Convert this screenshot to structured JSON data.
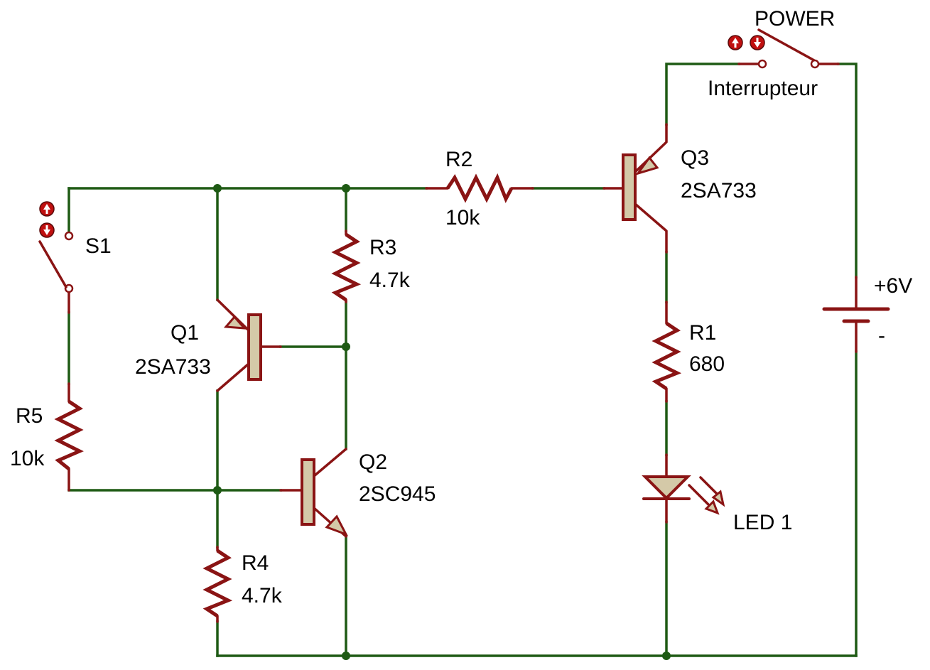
{
  "title": "",
  "colors": {
    "wire": "#1e5a14",
    "component": "#8a1414",
    "body": "#d4c9a8",
    "junction": "#1e5a14"
  },
  "components": {
    "power": {
      "name": "POWER",
      "type": "Interrupteur"
    },
    "s1": {
      "name": "S1"
    },
    "r2": {
      "name": "R2",
      "value": "10k"
    },
    "r3": {
      "name": "R3",
      "value": "4.7k"
    },
    "r1": {
      "name": "R1",
      "value": "680"
    },
    "r4": {
      "name": "R4",
      "value": "4.7k"
    },
    "r5": {
      "name": "R5",
      "value": "10k"
    },
    "q1": {
      "name": "Q1",
      "part": "2SA733"
    },
    "q2": {
      "name": "Q2",
      "part": "2SC945"
    },
    "q3": {
      "name": "Q3",
      "part": "2SA733"
    },
    "led1": {
      "name": "LED 1"
    },
    "battery": {
      "positive": "+6V",
      "negative": "-"
    }
  }
}
